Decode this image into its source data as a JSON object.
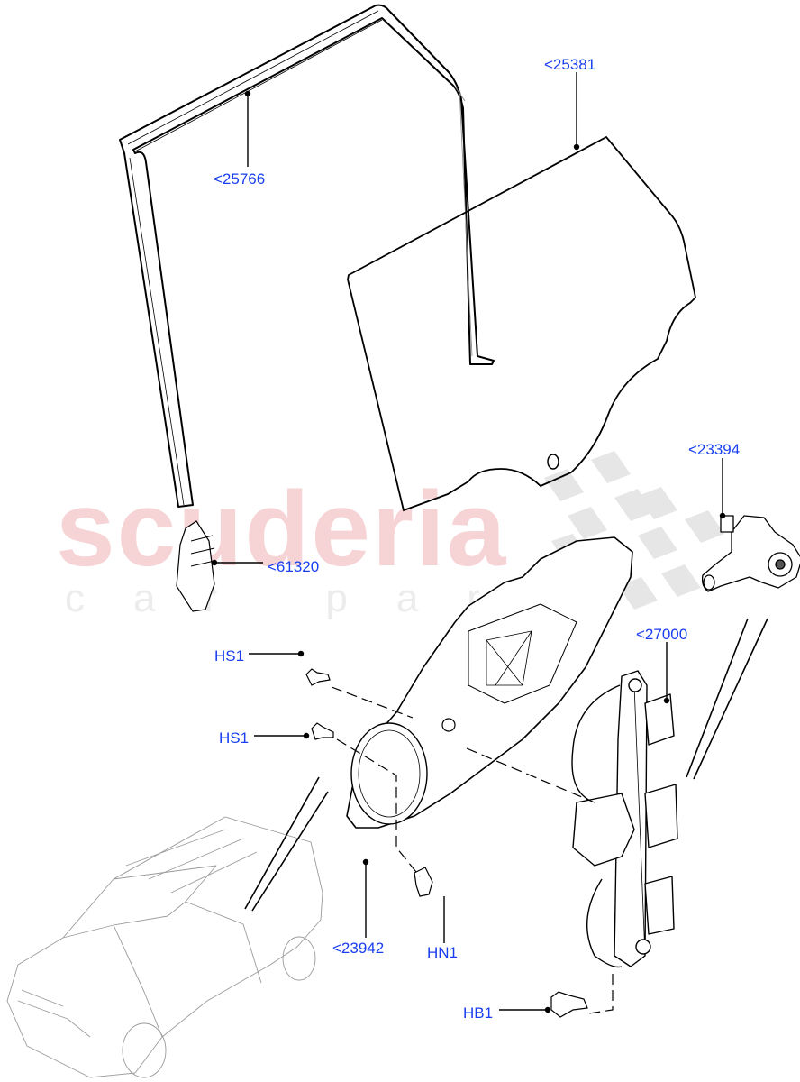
{
  "watermark": {
    "brand": "scuderia",
    "tagline": "car parts"
  },
  "colors": {
    "callout_text": "#1a3ff0",
    "watermark_brand": "#f6d4d6",
    "watermark_tagline": "#ececec",
    "watermark_checker": "#e2e2e2",
    "line": "#000000"
  },
  "diagram": {
    "subject": "Rear door window glass, run channel and regulator assembly",
    "callouts": [
      {
        "id": "c1",
        "label": "<25766",
        "part": "Glass run channel seal"
      },
      {
        "id": "c2",
        "label": "<25381",
        "part": "Rear door window glass"
      },
      {
        "id": "c3",
        "label": "<23394",
        "part": "Window regulator motor"
      },
      {
        "id": "c4",
        "label": "<61320",
        "part": "Glass run channel bracket"
      },
      {
        "id": "c5",
        "label": "<27000",
        "part": "Window regulator"
      },
      {
        "id": "c6",
        "label": "HS1",
        "part": "Screw"
      },
      {
        "id": "c7",
        "label": "HS1",
        "part": "Screw"
      },
      {
        "id": "c8",
        "label": "<23942",
        "part": "Door module carrier panel"
      },
      {
        "id": "c9",
        "label": "HN1",
        "part": "Nut"
      },
      {
        "id": "c10",
        "label": "HB1",
        "part": "Bolt"
      }
    ]
  }
}
